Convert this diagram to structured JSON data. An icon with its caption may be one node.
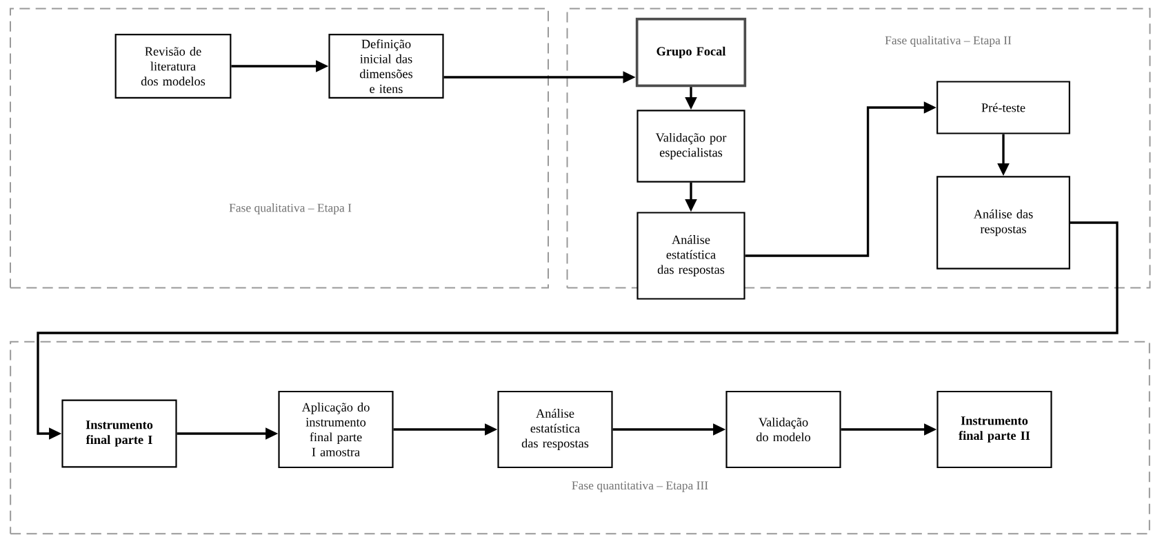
{
  "diagram": {
    "nodes": [
      {
        "text": [
          "Fase qualitativa – Etapa I"
        ]
      },
      {
        "text": [
          "Fase qualitativa – Etapa II"
        ]
      },
      {
        "text": [
          "Fase quantitativa – Etapa III"
        ]
      },
      {
        "text": [
          "Revisão de literatura dos modelos"
        ],
        "in": 0
      },
      {
        "text": [
          "Definição inicial das dimensões e itens"
        ],
        "in": 0
      },
      {
        "text": [
          "Grupo Focal"
        ],
        "in": 1
      },
      {
        "text": [
          "Validação por especialistas"
        ],
        "in": 1
      },
      {
        "text": [
          "Análise estatística das respostas"
        ],
        "in": 1
      },
      {
        "text": [
          "Pré-teste"
        ],
        "in": 1
      },
      {
        "text": [
          "Análise das respostas"
        ],
        "in": 1
      },
      {
        "text": [
          "Instrumento final parte I"
        ],
        "in": 2
      },
      {
        "text": [
          "Aplicação do instrumento final parte I amostra"
        ],
        "in": 2
      },
      {
        "text": [
          "Análise estatística das respostas"
        ],
        "in": 2
      },
      {
        "text": [
          "Validação do modelo"
        ],
        "in": 2
      },
      {
        "text": [
          "Instrumento final parte II"
        ],
        "in": 2
      }
    ],
    "edges": [
      {
        "from": 3,
        "to": 4,
        "arrow": "to"
      },
      {
        "from": 4,
        "to": 5,
        "arrow": "to"
      },
      {
        "from": 5,
        "to": 6,
        "arrow": "to"
      },
      {
        "from": 6,
        "to": 7,
        "arrow": "to"
      },
      {
        "from": 7,
        "to": 8,
        "arrow": "to"
      },
      {
        "from": 8,
        "to": 9,
        "arrow": "to"
      },
      {
        "from": 9,
        "to": 10,
        "arrow": "to"
      },
      {
        "from": 10,
        "to": 11,
        "arrow": "to"
      },
      {
        "from": 11,
        "to": 12,
        "arrow": "to"
      },
      {
        "from": 12,
        "to": 13,
        "arrow": "to"
      },
      {
        "from": 13,
        "to": 14,
        "arrow": "to"
      }
    ]
  }
}
